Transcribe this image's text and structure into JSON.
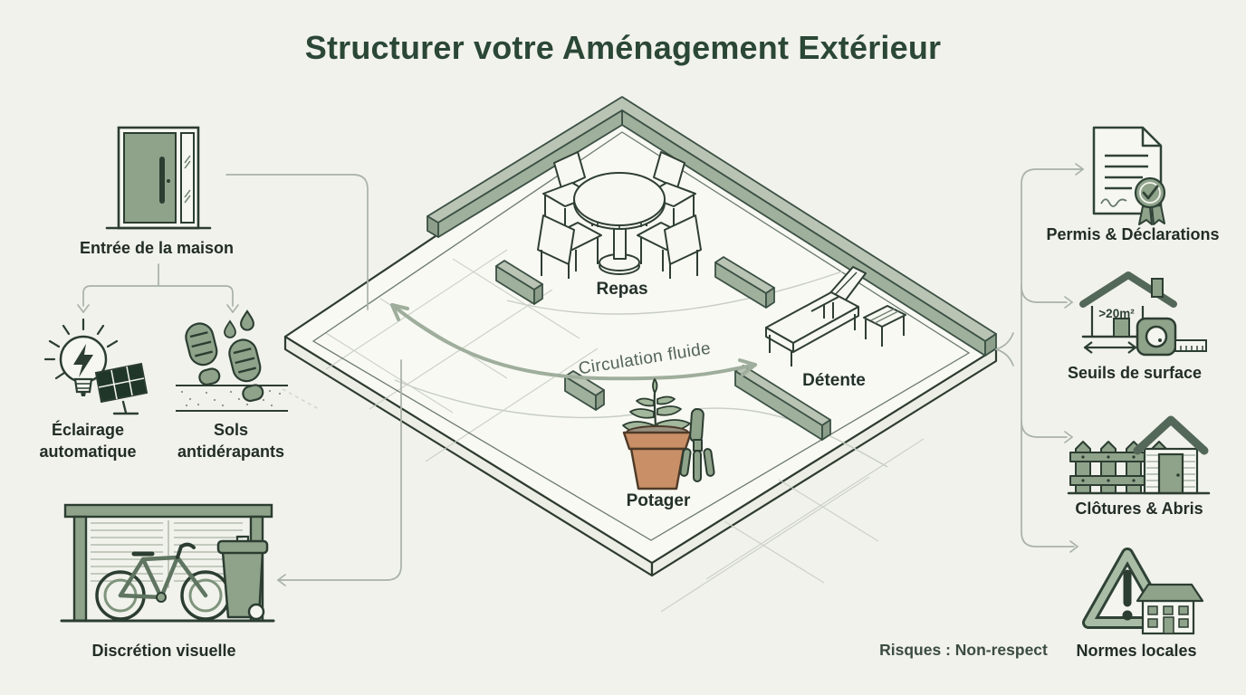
{
  "title": "Structurer votre Aménagement Extérieur",
  "left_column": {
    "items": [
      {
        "icon": "front-door-icon",
        "label": "Entrée de la maison"
      },
      {
        "icon": "automatic-lighting-icon",
        "label": "Éclairage automatique"
      },
      {
        "icon": "anti-slip-floor-icon",
        "label": "Sols antidérapants"
      },
      {
        "icon": "bike-shelter-icon",
        "label": "Discrétion visuelle"
      }
    ]
  },
  "plan": {
    "zones": [
      {
        "label": "Repas"
      },
      {
        "label": "Détente"
      },
      {
        "label": "Potager"
      }
    ],
    "flow_label": "Circulation fluide"
  },
  "right_column": {
    "items": [
      {
        "icon": "permit-document-icon",
        "label": "Permis & Déclarations"
      },
      {
        "icon": "surface-threshold-icon",
        "label": "Seuils de surface",
        "badge": ">20m²"
      },
      {
        "icon": "fence-shed-icon",
        "label": "Clôtures & Abris"
      },
      {
        "icon": "warning-house-icon",
        "label": "Normes locales"
      }
    ],
    "risk_note": "Risques : Non-respect"
  },
  "colors": {
    "background": "#f1f2ec",
    "title_green": "#2b4736",
    "sage": "#8fa38b",
    "wall_top": "#b9c4b4",
    "wall_side": "#9fb09c",
    "outline_dark": "#2c3d31",
    "connector_gray": "#a9b2a8",
    "terracotta": "#c98f66"
  }
}
